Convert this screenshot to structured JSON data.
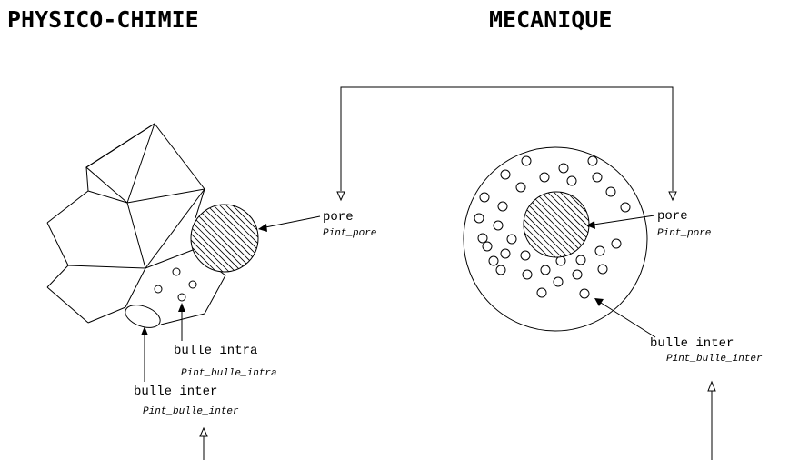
{
  "titles": {
    "left": "PHYSICO-CHIMIE",
    "right": "MECANIQUE"
  },
  "left_labels": {
    "pore": "pore",
    "pore_sub": "Pint_pore",
    "bulle_intra": "bulle intra",
    "bulle_intra_sub": "Pint_bulle_intra",
    "bulle_inter": "bulle inter",
    "bulle_inter_sub": "Pint_bulle_inter"
  },
  "right_labels": {
    "pore": "pore",
    "pore_sub": "Pint_pore",
    "bulle_inter": "bulle inter",
    "bulle_inter_sub": "Pint_bulle_inter"
  }
}
